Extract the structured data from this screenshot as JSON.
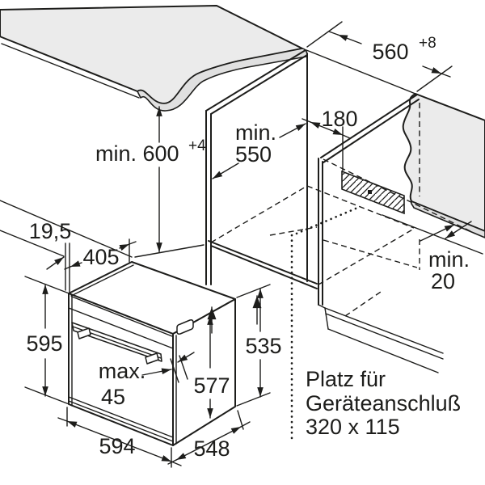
{
  "diagram_title": "Built-in oven niche installation drawing",
  "colors": {
    "line": "#1d1d1b",
    "surface": "#ebebeb",
    "edge_band": "#e0e0e0",
    "background": "#ffffff"
  },
  "dimensions": {
    "niche_width": {
      "value": "560",
      "sup": "+8"
    },
    "niche_height": {
      "value": "min. 600",
      "sup": "+4"
    },
    "niche_depth": {
      "line1": "min.",
      "line2": "550"
    },
    "connection_offset": "180",
    "rear_gap": {
      "line1": "min.",
      "line2": "20"
    },
    "oven_front_height": "595",
    "oven_front_width": "594",
    "oven_depth": "548",
    "oven_casing_height": "577",
    "oven_rear_height": "535",
    "oven_top_depth": "405",
    "front_frame_offset": "19,5",
    "handle_clearance": {
      "line1": "max.",
      "line2": "45"
    }
  },
  "annotation": {
    "line1": "Platz für",
    "line2": "Geräteanschluß",
    "line3": "320 x 115"
  }
}
